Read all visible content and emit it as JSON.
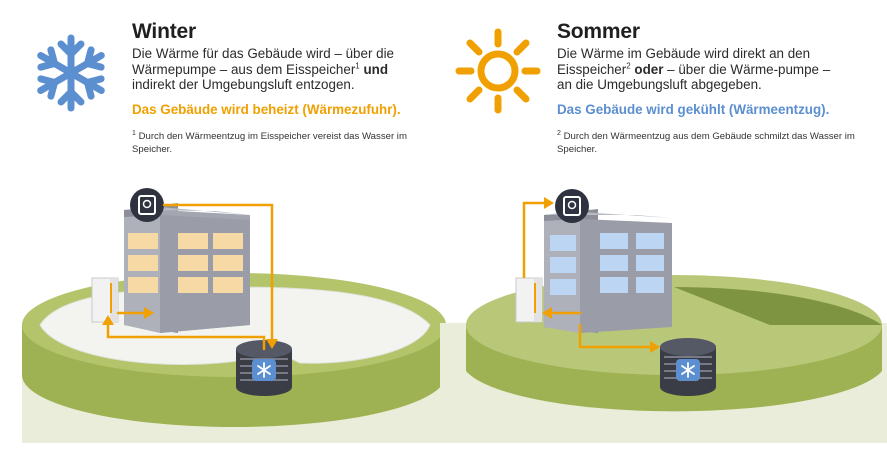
{
  "colors": {
    "winter_accent": "#f0a000",
    "summer_accent": "#5b8fd0",
    "snowflake": "#5b8fd0",
    "sun": "#f0a000",
    "grass": "#a8bb5c",
    "ground": "#e9edd9",
    "arrow": "#f0a000"
  },
  "winter": {
    "icon": "snowflake-icon",
    "title": "Winter",
    "body_part1": "Die Wärme für das Gebäude wird – über die Wärmepumpe – aus dem Eisspeicher",
    "body_sup": "1",
    "body_bold": "und",
    "body_part2": " indirekt der Umgebungsluft entzogen.",
    "highlight": "Das Gebäude wird beheizt (Wärmezufuhr).",
    "footnote_mark": "1",
    "footnote_text": " Durch den Wärmeentzug im Eisspeicher vereist das Wasser im Speicher."
  },
  "summer": {
    "icon": "sun-icon",
    "title": "Sommer",
    "body_part1": "Die Wärme im Gebäude wird direkt an den Eisspeicher",
    "body_sup": "2",
    "body_bold": "oder",
    "body_part2": " – über die Wärme-pumpe – an die Umgebungsluft abgegeben.",
    "highlight": "Das Gebäude wird gekühlt (Wärmeentzug).",
    "footnote_mark": "2",
    "footnote_text": " Durch den Wärmeentzug aus dem Gebäude schmilzt das Wasser im Speicher."
  }
}
